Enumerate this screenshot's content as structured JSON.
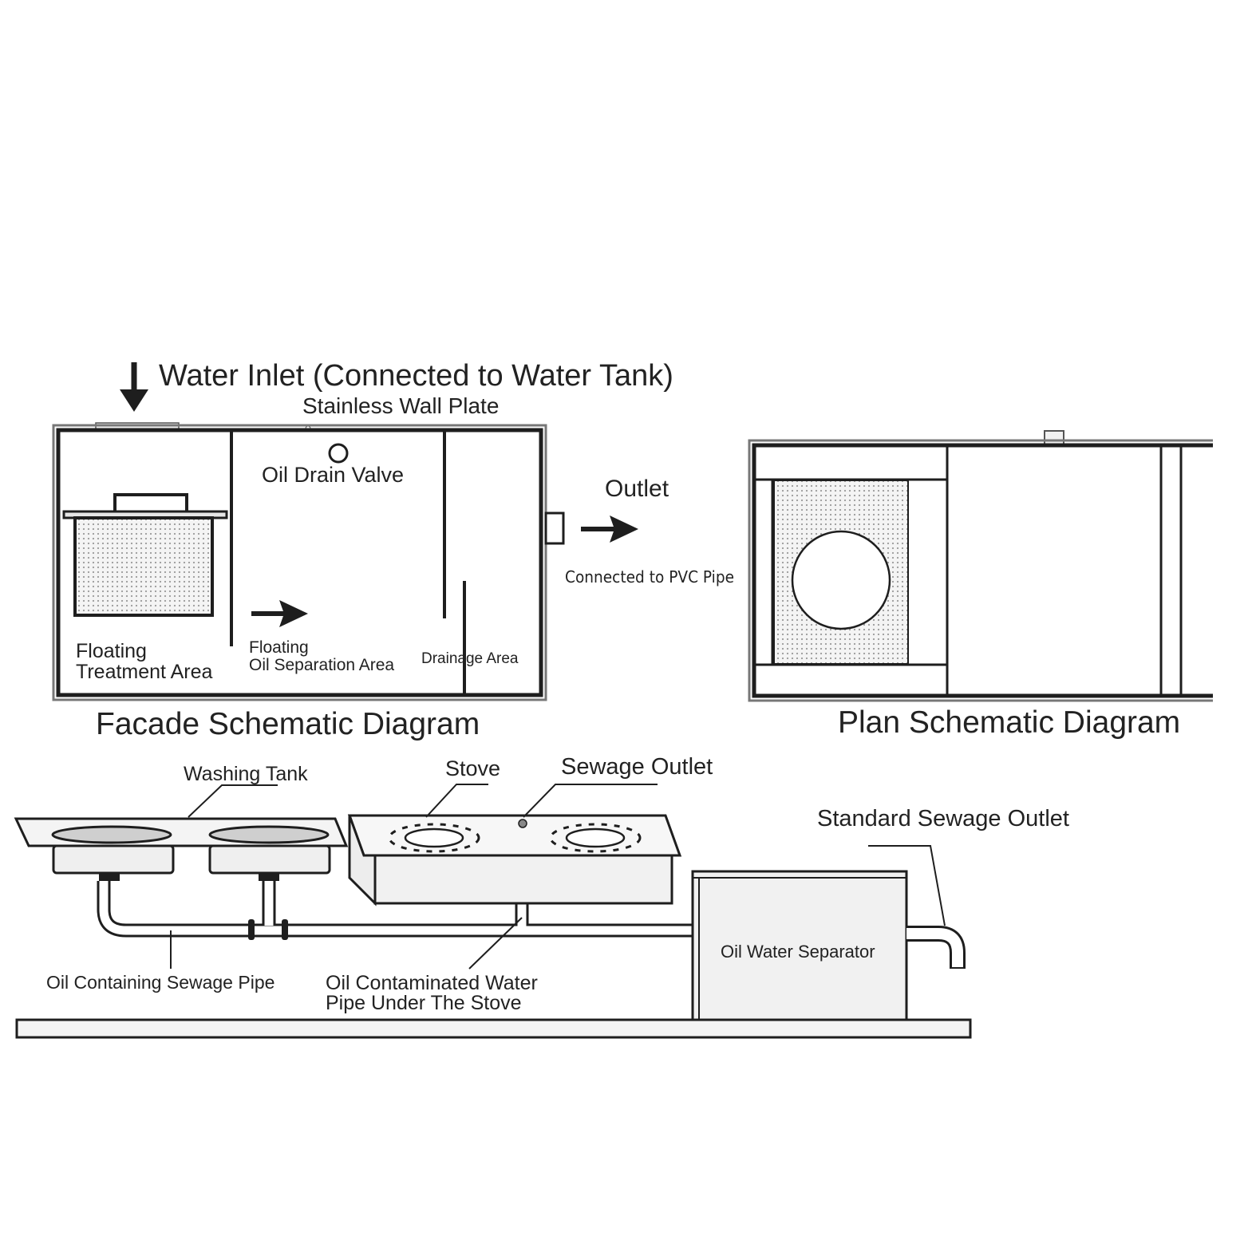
{
  "facade": {
    "water_inlet": "Water Inlet (Connected to Water Tank)",
    "wall_plate": "Stainless Wall Plate",
    "oil_drain_valve": "Oil Drain Valve",
    "floating_treatment_1": "Floating",
    "floating_treatment_2": "Treatment Area",
    "oil_separation_1": "Floating",
    "oil_separation_2": "Oil Separation Area",
    "drainage_area": "Drainage Area",
    "outlet": "Outlet",
    "pvc_pipe": "Connected to PVC Pipe",
    "caption": "Facade Schematic Diagram"
  },
  "plan": {
    "caption": "Plan Schematic Diagram"
  },
  "installation": {
    "washing_tank": "Washing Tank",
    "stove": "Stove",
    "sewage_outlet": "Sewage Outlet",
    "standard_sewage_outlet": "Standard Sewage Outlet",
    "oil_water_separator": "Oil Water Separator",
    "oil_sewage_pipe": "Oil Containing Sewage Pipe",
    "contaminated_pipe_1": "Oil Contaminated Water",
    "contaminated_pipe_2": "Pipe Under The Stove"
  },
  "colors": {
    "line": "#1e1e1e",
    "text": "#222222",
    "mesh": "#d8d8d8",
    "box_fill": "#f2f2f2"
  }
}
